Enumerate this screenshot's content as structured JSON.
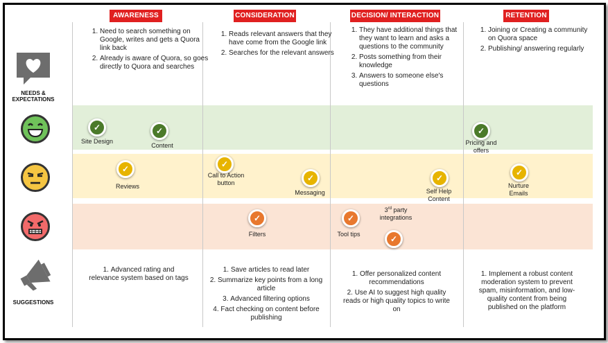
{
  "phases": [
    "AWARENESS",
    "CONSIDERATION",
    "DECISION/ INTERACTION",
    "RETENTION"
  ],
  "row_labels": {
    "needs": "NEEDS &\nEXPECTATIONS",
    "suggestions": "SUGGESTIONS"
  },
  "needs": [
    [
      "Need to search something on Google, writes and gets a Quora link back",
      "Already is aware of Quora, so goes directly to Quora and searches"
    ],
    [
      "Reads relevant answers that they have come from the Google link",
      "Searches for the relevant answers"
    ],
    [
      "They have additional things that they want to learn and asks a questions to the community",
      "Posts something from their knowledge",
      "Answers to someone else's questions"
    ],
    [
      "Joining or Creating a community on Quora space",
      "Publishing/ answering regularly"
    ]
  ],
  "touchpoints": {
    "positive": [
      "Site Design",
      "Content",
      "Pricing and offers"
    ],
    "neutral": [
      "Reviews",
      "Call to Action button",
      "Messaging",
      "Self Help Content",
      "Nurture Emails"
    ],
    "negative": [
      "Filters",
      "Tool tips",
      "3",
      "rd",
      " party integrations"
    ]
  },
  "suggestions": [
    [
      "Advanced rating and relevance system based on tags"
    ],
    [
      "Save articles to read later",
      "Summarize key points from a long article",
      "Advanced filtering options",
      "Fact checking on content before publishing"
    ],
    [
      "Offer personalized content recommendations",
      "Use AI to suggest high quality reads or high quality topics to write on"
    ],
    [
      "Implement a robust content moderation system to prevent spam, misinformation, and low-quality content from being published on the platform"
    ]
  ],
  "colors": {
    "phase_header": "#e02020",
    "band_positive": "#e2efd9",
    "band_neutral": "#fff2cc",
    "band_negative": "#fbe4d5",
    "marker_positive": "#4b7a2a",
    "marker_neutral": "#e7b400",
    "marker_negative": "#e8782e"
  },
  "icons": {
    "needs": "speech-bubble-heart-icon",
    "positive": "smiling-face-icon",
    "neutral": "unamused-face-icon",
    "negative": "angry-face-icon",
    "suggestions": "megaphone-icon",
    "marker": "check-icon"
  }
}
